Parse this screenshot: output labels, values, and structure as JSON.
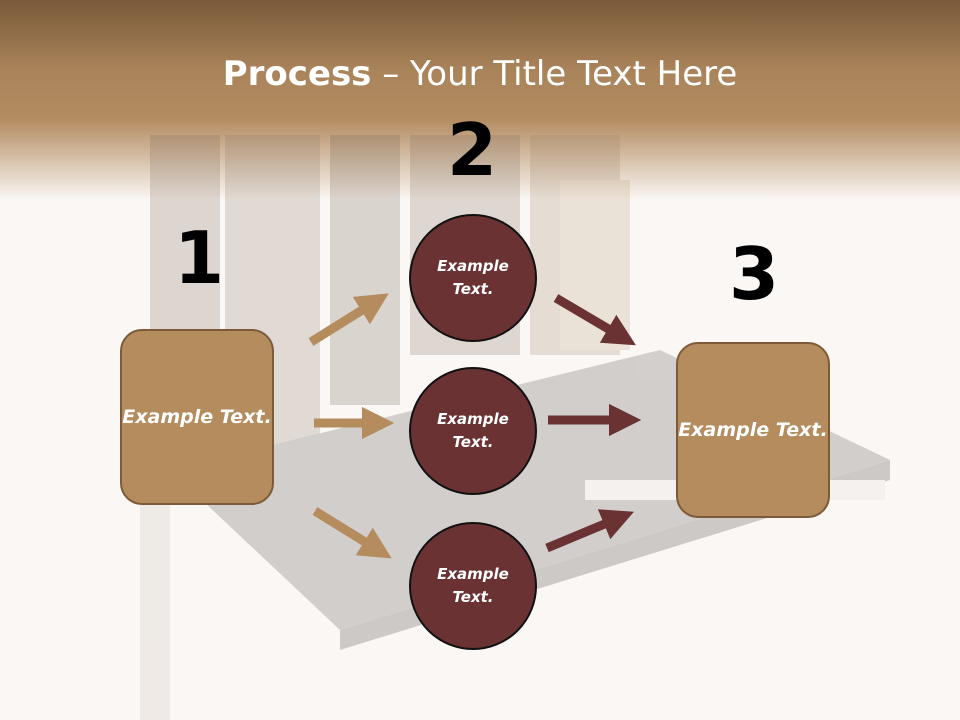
{
  "slide": {
    "title_strong": "Process",
    "title_rest": " – Your Title Text Here"
  },
  "steps": [
    {
      "number": "1",
      "text": "Example Text."
    },
    {
      "number": "2",
      "text": "Example Text."
    },
    {
      "number": "3",
      "text": "Example Text."
    }
  ],
  "middle_nodes": [
    {
      "text": "Example Text."
    },
    {
      "text": "Example Text."
    },
    {
      "text": "Example Text."
    }
  ],
  "colors": {
    "box_fill": "#b48c5e",
    "box_border": "#7d5a38",
    "circle_fill": "#6a3232",
    "arrow_left": "#b48c5e",
    "arrow_right": "#6a3232",
    "header": "#a9835a"
  }
}
